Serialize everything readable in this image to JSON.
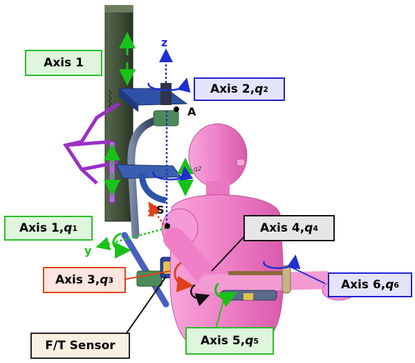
{
  "labels": {
    "axis1": "Axis 1",
    "axis2": {
      "text": "Axis 2, ",
      "var": "q",
      "sub": "2"
    },
    "axis1q": {
      "text": "Axis 1, ",
      "var": "q",
      "sub": "1"
    },
    "axis3": {
      "text": "Axis 3, ",
      "var": "q",
      "sub": "3"
    },
    "axis4": {
      "text": "Axis 4, ",
      "var": "q",
      "sub": "4"
    },
    "axis5": {
      "text": "Axis 5, ",
      "var": "q",
      "sub": "5"
    },
    "axis6": {
      "text": "Axis 6, ",
      "var": "q",
      "sub": "6"
    },
    "ft_sensor": "F/T Sensor"
  },
  "points": {
    "a": "A",
    "s": "S"
  },
  "axes": {
    "z": "z",
    "x": "x",
    "y": "y"
  },
  "small_q2": "q2",
  "colors": {
    "green_border": "#25c025",
    "blue_border": "#1f1fd0",
    "red_border": "#e0401c",
    "pink_body": "#f07fc8",
    "mast": "#3b4a35",
    "bracket_blue": "#2d52a8",
    "purple_frame": "#9a2fc9"
  }
}
